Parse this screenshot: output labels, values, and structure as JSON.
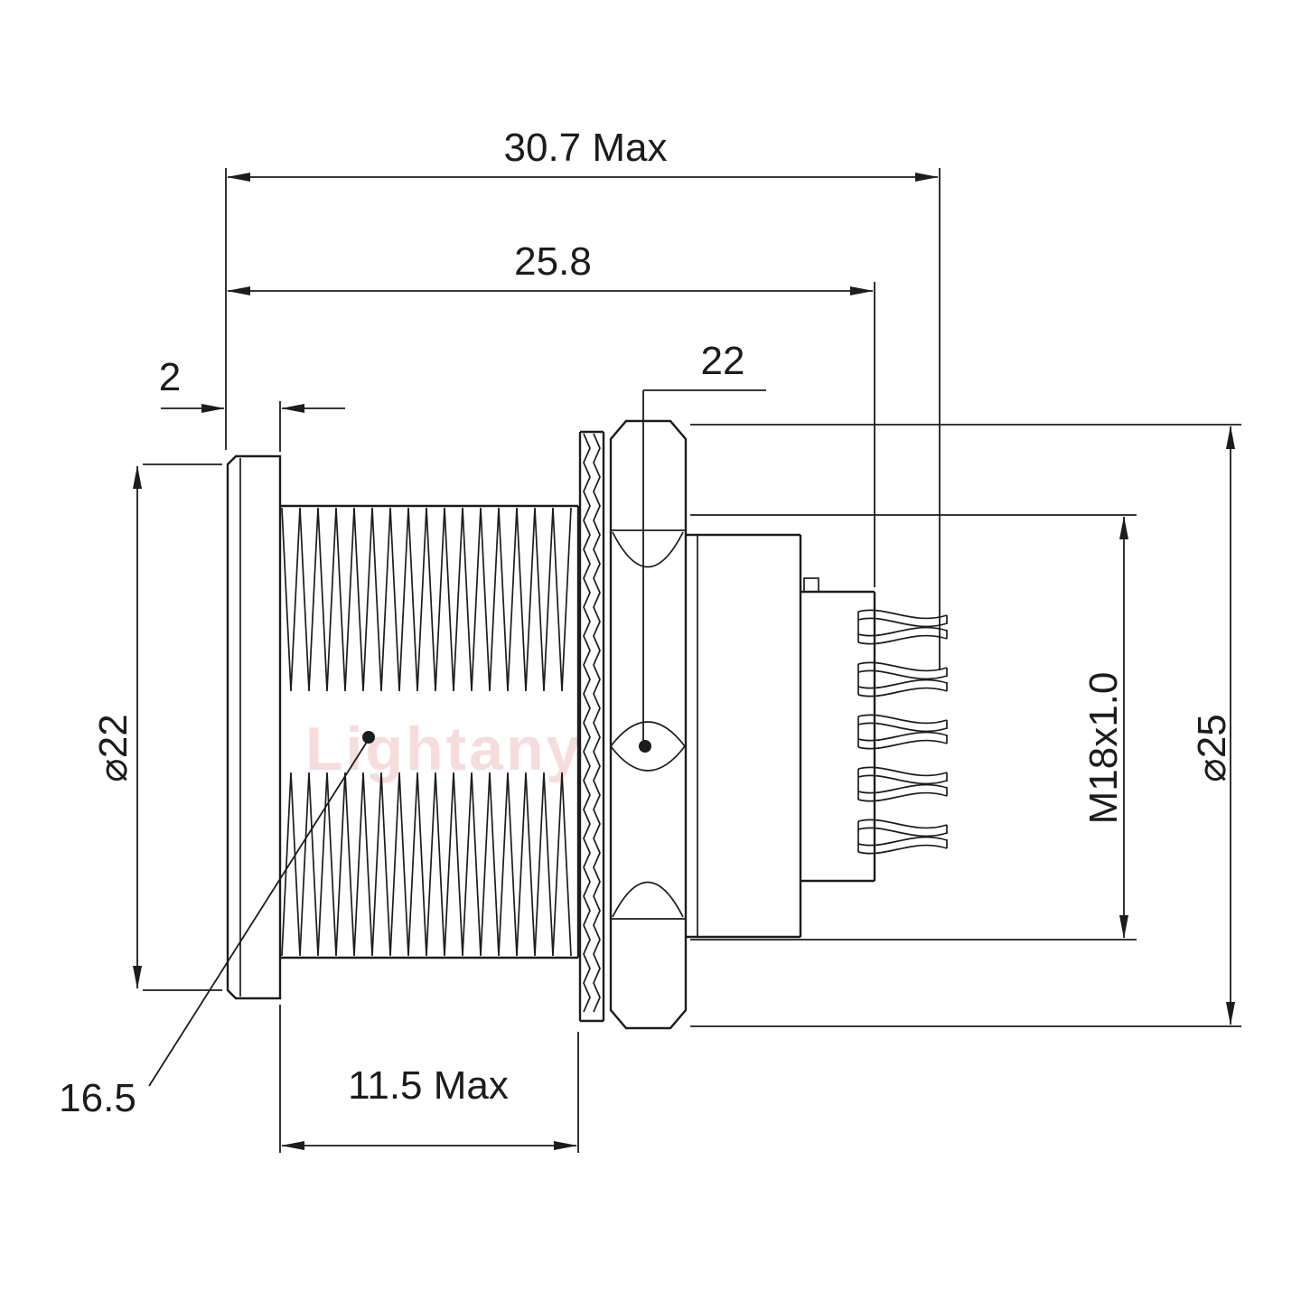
{
  "drawing": {
    "watermark": "Lightany",
    "colors": {
      "line": "#1c1c1c",
      "watermark": "#f3c6c6",
      "background": "#ffffff"
    },
    "dimensions": {
      "total_length": "30.7 Max",
      "rear_length": "25.8",
      "nut_across_flats": "22",
      "flange_thickness": "2",
      "flange_diameter": "⌀22",
      "thread_spec": "M18x1.0",
      "nut_diameter": "⌀25",
      "thread_length": "16.5",
      "barrel_length": "11.5 Max"
    }
  }
}
